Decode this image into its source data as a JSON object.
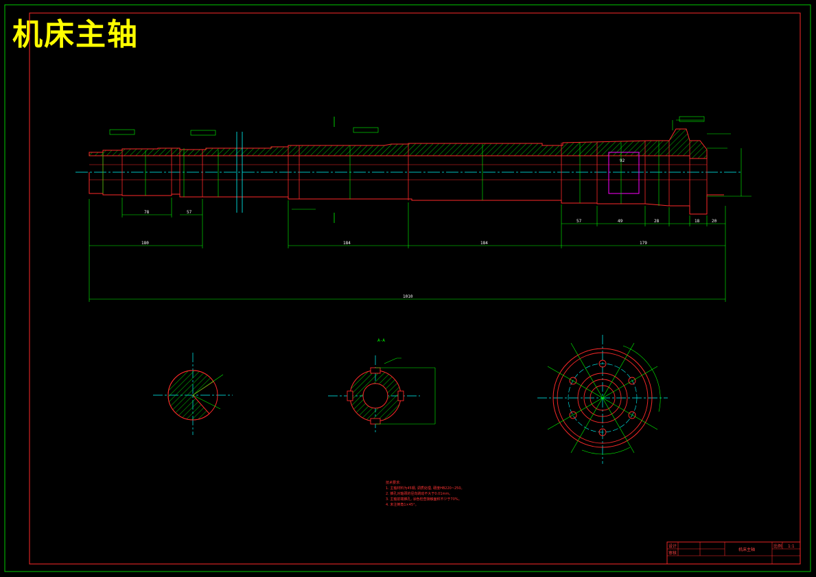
{
  "title": "机床主轴",
  "colors": {
    "background": "#000000",
    "title": "#ffff00",
    "outline": "#ff2a2a",
    "dimension": "#00ff00",
    "centerline": "#00ffff",
    "hatch": "#00ff00",
    "highlight": "#ff00ff",
    "frame_outer": "#00cc00",
    "frame_inner": "#ff2a2a"
  },
  "dimensions": {
    "overall": "1010",
    "left_group": "180",
    "seg_a": "78",
    "seg_b": "57",
    "mid_a": "184",
    "mid_b": "184",
    "right_group": "179",
    "right_a": "57",
    "right_b": "49",
    "right_c": "28",
    "right_d": "18",
    "right_e": "20",
    "key": "92"
  },
  "section_label": "A-A",
  "notes": [
    "技术要求:",
    "1. 主轴材料为45钢, 调质处理, 硬度HB220~250。",
    "2. 锥孔对轴颈的径向跳动不大于0.01mm。",
    "3. 主轴前端锥孔, 涂色检查接触面积不少于70%。",
    "4. 未注倒角1×45°。"
  ],
  "title_block": {
    "name": "机床主轴",
    "scale_label": "比例",
    "scale": "1:1",
    "row1": "设计",
    "row2": "审核"
  }
}
